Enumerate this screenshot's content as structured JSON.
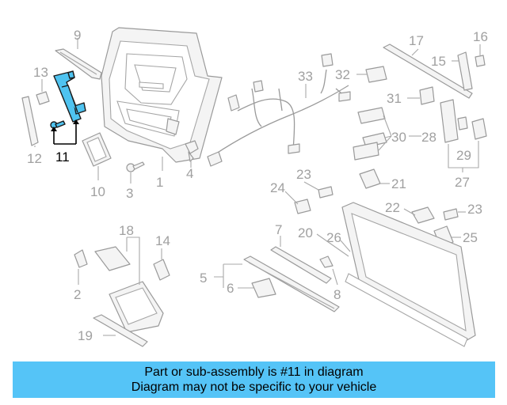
{
  "diagram": {
    "callouts": [
      "1",
      "2",
      "3",
      "4",
      "5",
      "6",
      "7",
      "8",
      "9",
      "10",
      "11",
      "12",
      "13",
      "14",
      "15",
      "16",
      "17",
      "18",
      "19",
      "20",
      "21",
      "22",
      "23",
      "24",
      "25",
      "26",
      "27",
      "28",
      "29",
      "30",
      "31",
      "32",
      "33"
    ],
    "highlighted_part": "11",
    "highlight_color": "#4fc3f0",
    "line_color": "#a0a0a0"
  },
  "banner": {
    "line1": "Part or sub-assembly is #11 in diagram",
    "line2": "Diagram may not be specific to your vehicle",
    "background": "#55c4f7"
  }
}
